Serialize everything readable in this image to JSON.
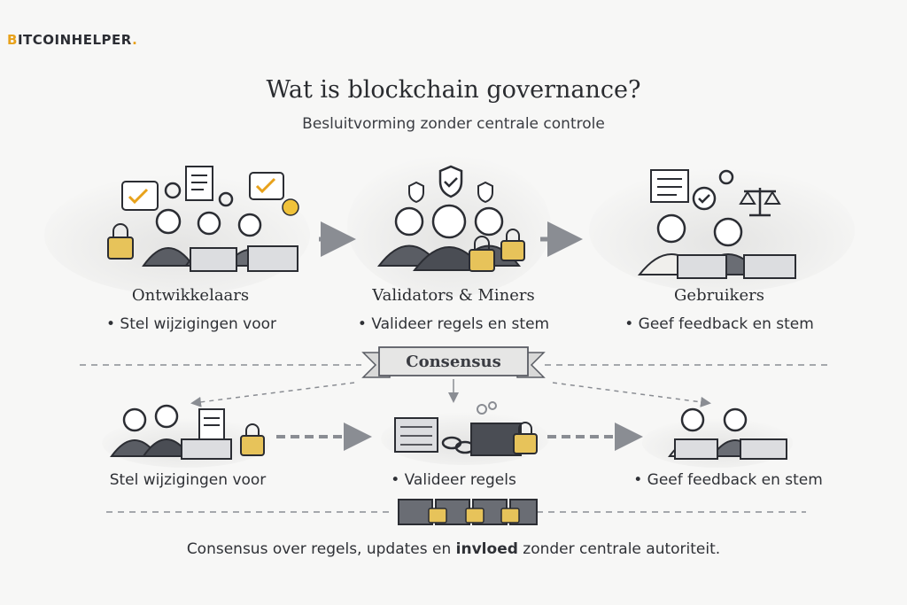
{
  "brand": {
    "prefix": "B",
    "name": "ITCOINHELPER",
    "dot": "."
  },
  "title": "Wat is blockchain governance?",
  "subtitle": "Besluitvorming zonder centrale controle",
  "columns": [
    {
      "title": "Ontwikkelaars",
      "bullet": "Stel wijzigingen voor"
    },
    {
      "title": "Validators & Miners",
      "bullet": "Valideer regels en stem"
    },
    {
      "title": "Gebruikers",
      "bullet": "Geef feedback en stem"
    }
  ],
  "consensus_label": "Consensus",
  "row2": [
    "Stel wijzigingen voor",
    "Valideer regels",
    "Geef feedback en stem"
  ],
  "footer": {
    "before": "Consensus over regels, updates en ",
    "bold": "invloed",
    "after": " zonder centrale autoriteit."
  },
  "colors": {
    "accent": "#e8a21b",
    "lock": "#e7c35a",
    "check": "#f0c23a",
    "ink": "#2b2d33"
  }
}
